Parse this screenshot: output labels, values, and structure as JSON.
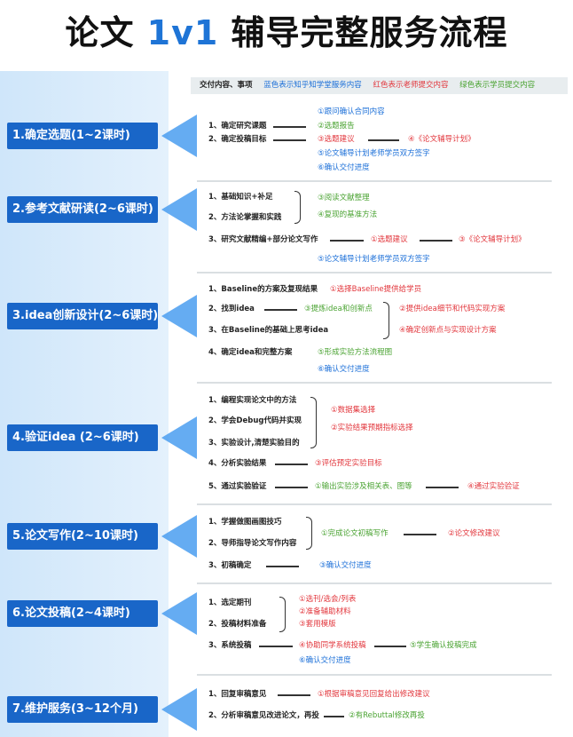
{
  "title": {
    "prefix": "论文 ",
    "accent": "1v1",
    "suffix": " 辅导完整服务流程"
  },
  "colors": {
    "blue": "#1b6fd8",
    "red": "#e2363c",
    "green": "#4aa332",
    "stage": "#1966c8"
  },
  "legend": {
    "heading": "交付内容、事项",
    "blue": "蓝色表示知乎知学堂服务内容",
    "red": "红色表示老师提交内容",
    "green": "绿色表示学员提交内容"
  },
  "sections": [
    {
      "label": "1.确定选题(1~2课时)",
      "steps": [
        "1、确定研究课题",
        "2、确定投稿目标"
      ],
      "outputs": [
        "①跟问确认合同内容",
        "②选题报告",
        "③选题建议",
        "④《论文辅导计划》",
        "⑤论文辅导计划老师学员双方签字",
        "⑥确认交付进度"
      ]
    },
    {
      "label": "2.参考文献研读(2~6课时)",
      "steps": [
        "1、基础知识+补足",
        "2、方法论掌握和实践",
        "3、研究文献精编+部分论文写作"
      ],
      "outputs": [
        "③阅读文献整理",
        "④复现的基准方法",
        "①选题建议",
        "③《论文辅导计划》",
        "⑤论文辅导计划老师学员双方签字"
      ]
    },
    {
      "label": "3.idea创新设计(2~6课时)",
      "steps": [
        "1、Baseline的方案及复现结果",
        "2、找到idea",
        "3、在Baseline的基础上思考idea",
        "4、确定idea和完整方案"
      ],
      "outputs": [
        "①选择Baseline提供给学员",
        "③提炼idea和创新点",
        "②提供idea细节和代码实现方案",
        "④确定创新点与实现设计方案",
        "⑤形成实验方法流程图",
        "⑥确认交付进度"
      ]
    },
    {
      "label": "4.验证idea (2~6课时)",
      "steps": [
        "1、编程实现论文中的方法",
        "2、学会Debug代码并实现",
        "3、实验设计,清楚实验目的",
        "4、分析实验结果",
        "5、通过实验验证"
      ],
      "outputs": [
        "①数据集选择",
        "②实验结果预期指标选择",
        "③评估预定实验目标",
        "①输出实验涉及相关表、图等",
        "④通过实验验证"
      ]
    },
    {
      "label": "5.论文写作(2~10课时)",
      "steps": [
        "1、学握做图画图技巧",
        "2、导师指导论文写作内容",
        "3、初稿确定"
      ],
      "outputs": [
        "①完成论文初稿写作",
        "②论文修改建议",
        "③确认交付进度"
      ]
    },
    {
      "label": "6.论文投稿(2~4课时)",
      "steps": [
        "1、选定期刊",
        "2、投稿材料准备",
        "3、系统投稿"
      ],
      "outputs": [
        "①选刊/选会/列表",
        "②准备辅助材料",
        "③套用模版",
        "④协助同学系统投稿",
        "⑤学生确认投稿完成",
        "⑥确认交付进度"
      ]
    },
    {
      "label": "7.维护服务(3~12个月)",
      "steps": [
        "1、回复审稿意见",
        "2、分析审稿意见改进论文，再投"
      ],
      "outputs": [
        "①根据审稿意见回复给出修改建议",
        "②有Rebuttal修改再投"
      ]
    }
  ]
}
